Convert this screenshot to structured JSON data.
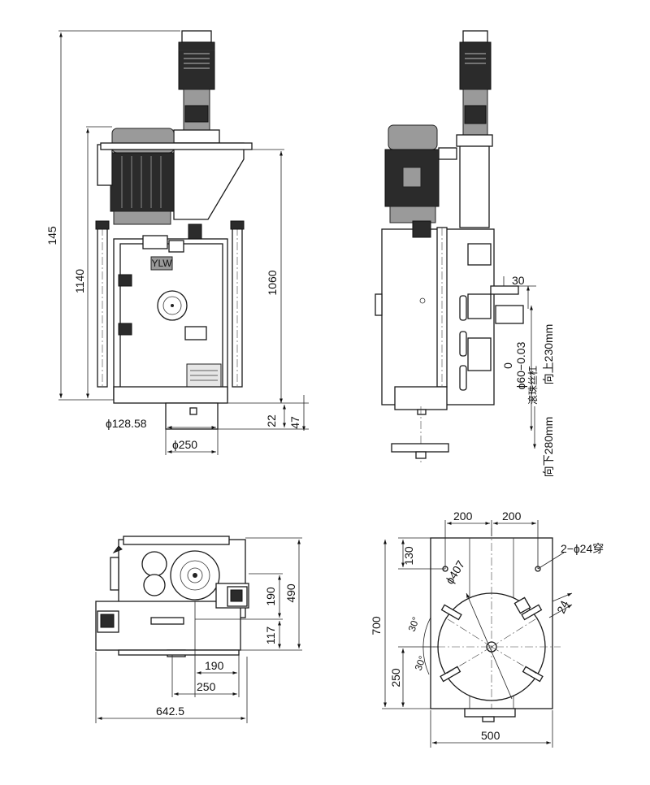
{
  "front_view": {
    "dim_total_height": "145",
    "dim_height_1140": "1140",
    "dim_height_1060": "1060",
    "dim_shaft_dia": "ɸ128.58",
    "dim_flange_dia": "ɸ250",
    "dim_22": "22",
    "dim_47": "47",
    "badge": "YLW"
  },
  "side_view": {
    "dim_30": "30",
    "dim_zero": "0",
    "dim_spindle": "ɸ60−0.03",
    "note_ballscrew": "滚珠丝杠",
    "note_up": "向上230mm",
    "note_down": "向下280mm"
  },
  "plan_view": {
    "dim_190_v": "190",
    "dim_117": "117",
    "dim_490": "490",
    "dim_190_h": "190",
    "dim_250": "250",
    "dim_642": "642.5"
  },
  "table_view": {
    "dim_200_left": "200",
    "dim_200_right": "200",
    "dim_130": "130",
    "dim_700": "700",
    "dim_250": "250",
    "dim_500": "500",
    "dim_hole": "ɸ407",
    "dim_24": "24",
    "dim_slot_holes": "2−ɸ24穿",
    "angle_top": "30°",
    "angle_bottom": "30°"
  }
}
